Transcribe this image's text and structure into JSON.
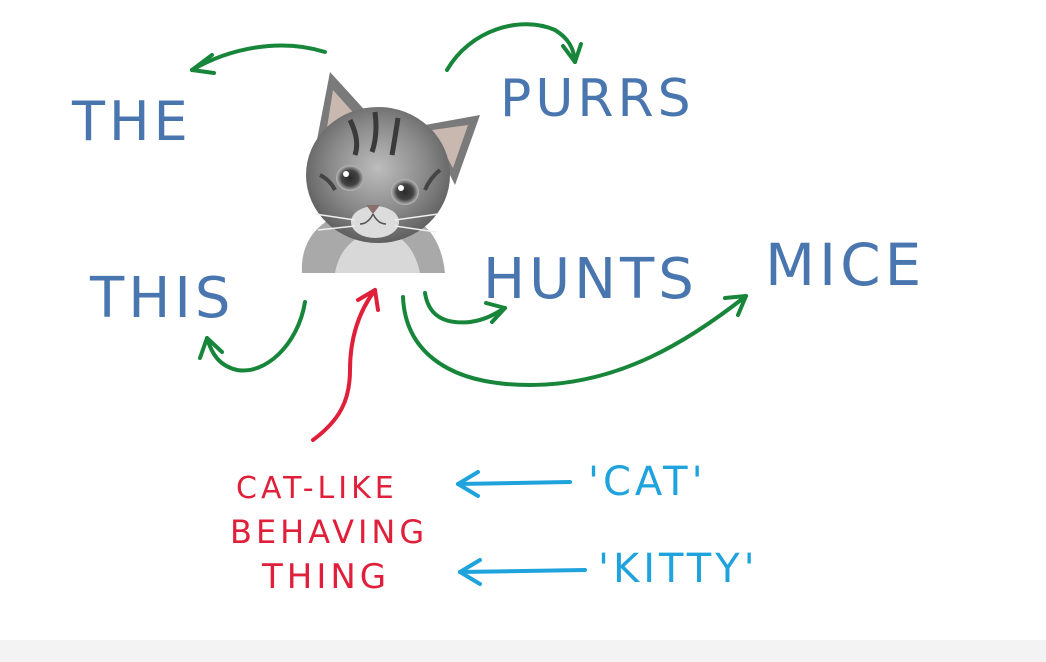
{
  "words": {
    "the": "THE",
    "purrs": "PURRS",
    "this": "THIS",
    "hunts": "HUNTS",
    "mice": "MICE",
    "concept_line1": "CAT-LIKE",
    "concept_line2": "BEHAVING",
    "concept_line3": "THING",
    "cat": "'CAT'",
    "kitty": "'KITTY'"
  },
  "colors": {
    "context_word": "#4a76b0",
    "context_arrow": "#17863a",
    "concept": "#e0203a",
    "token": "#1ea3dd"
  },
  "icons": {
    "center_image": "kitten-photo"
  }
}
